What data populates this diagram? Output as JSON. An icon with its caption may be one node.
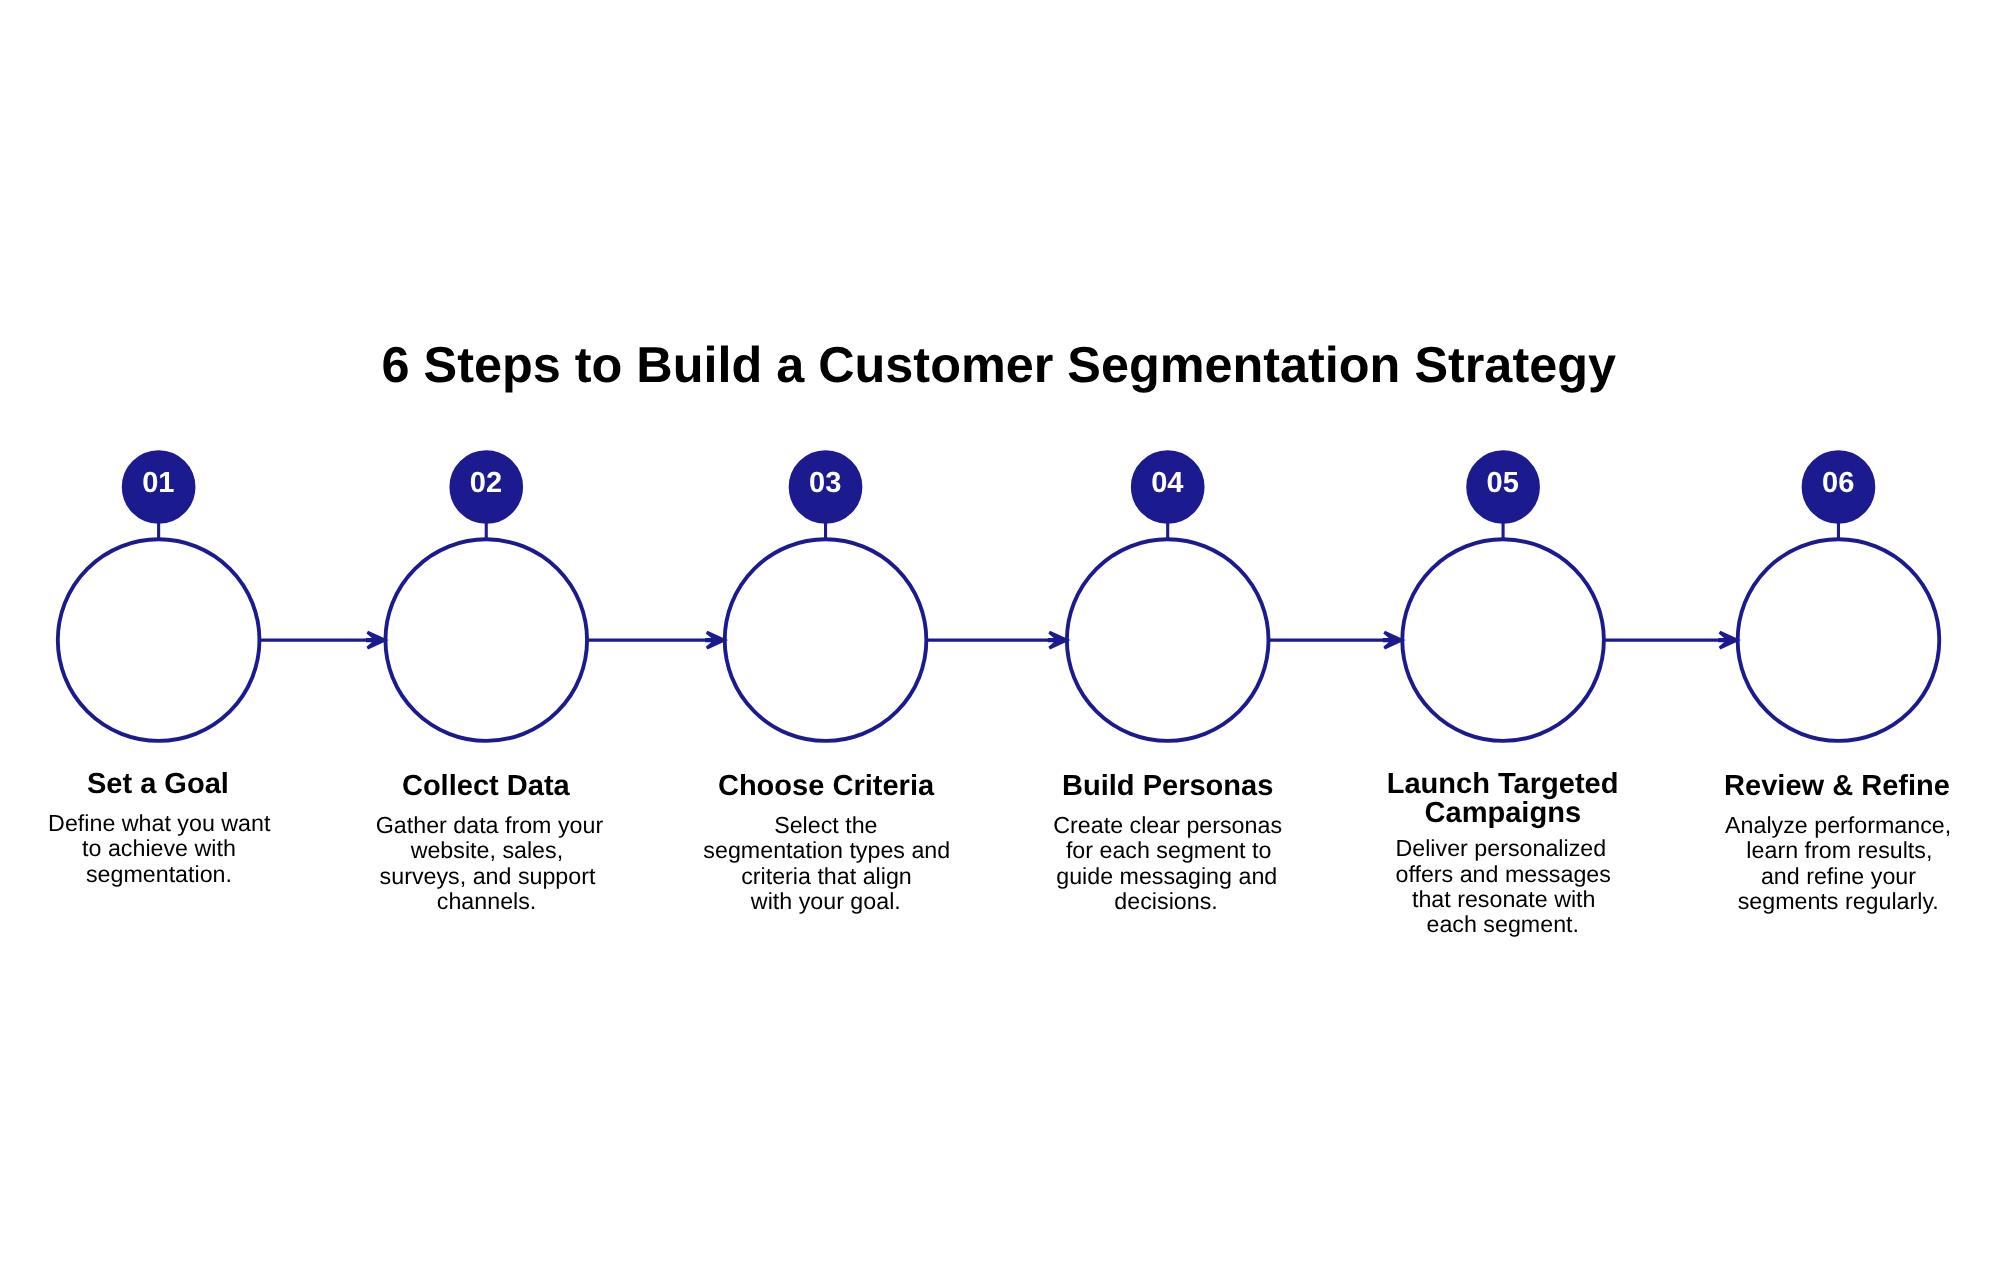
{
  "diagram": {
    "title": "6 Steps to Build a Customer Segmentation Strategy",
    "nodes": [
      {
        "text": [
          "01"
        ]
      },
      {
        "text": [],
        "shape": "circle",
        "beside": [
          "Set a Goal",
          "Define what you want to achieve with segmentation."
        ]
      },
      {
        "text": [
          "02"
        ]
      },
      {
        "text": [],
        "shape": "circle",
        "beside": [
          "Collect Data",
          "Gather data from your website, sales, surveys, and support channels."
        ]
      },
      {
        "text": [
          "03"
        ]
      },
      {
        "text": [],
        "shape": "circle",
        "beside": [
          "Choose Criteria",
          "Select the segmentation types and criteria that align with your goal."
        ]
      },
      {
        "text": [
          "04"
        ]
      },
      {
        "text": [],
        "shape": "circle",
        "beside": [
          "Build Personas",
          "Create clear personas for each segment to guide messaging and decisions."
        ]
      },
      {
        "text": [
          "05"
        ]
      },
      {
        "text": [],
        "shape": "circle",
        "beside": [
          "Launch Targeted Campaigns",
          "Deliver personalized offers and messages that resonate with each segment."
        ]
      },
      {
        "text": [
          "06"
        ]
      },
      {
        "text": [],
        "shape": "circle",
        "beside": [
          "Review & Refine",
          "Analyze performance, learn from results, and refine your segments regularly."
        ]
      }
    ],
    "edges": [
      {
        "from": 0,
        "to": 1,
        "arrow": "none"
      },
      {
        "from": 2,
        "to": 3,
        "arrow": "none"
      },
      {
        "from": 4,
        "to": 5,
        "arrow": "none"
      },
      {
        "from": 6,
        "to": 7,
        "arrow": "none"
      },
      {
        "from": 8,
        "to": 9,
        "arrow": "none"
      },
      {
        "from": 10,
        "to": 11,
        "arrow": "none"
      },
      {
        "from": 1,
        "to": 3,
        "arrow": "to"
      },
      {
        "from": 3,
        "to": 5,
        "arrow": "to"
      },
      {
        "from": 5,
        "to": 7,
        "arrow": "to"
      },
      {
        "from": 7,
        "to": 9,
        "arrow": "to"
      },
      {
        "from": 9,
        "to": 11,
        "arrow": "to"
      }
    ]
  }
}
